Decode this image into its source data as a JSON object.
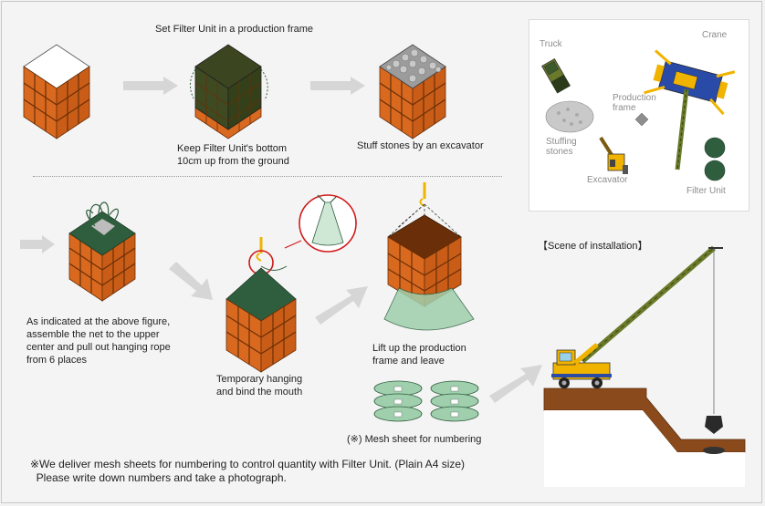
{
  "title": "Set Filter Unit in a production frame",
  "steps": {
    "step1": "Keep Filter Unit's bottom\n10cm up from the ground",
    "step2": "Stuff stones by an excavator",
    "step3": "As indicated at the above figure,\nassemble the net to the upper\ncenter and pull out hanging rope\nfrom 6 places",
    "step4": "Temporary hanging\nand bind the mouth",
    "step5": "Lift up the production\nframe and leave",
    "mesh_sheet": "(※) Mesh sheet for numbering"
  },
  "scene_label": "【Scene of installation】",
  "legend": {
    "truck": "Truck",
    "crane": "Crane",
    "production_frame": "Production\nframe",
    "stuffing_stones": "Stuffing\nstones",
    "excavator": "Excavator",
    "filter_unit": "Filter Unit"
  },
  "note": "※We deliver mesh sheets for numbering to control quantity with Filter Unit. (Plain A4 size)\n  Please write down numbers and take a photograph.",
  "colors": {
    "frame_orange": "#d9691f",
    "net_green": "#2f5e3e",
    "crane_yellow": "#f0b400",
    "soil_brown": "#8a4a1c",
    "water": "#d6f2f6"
  }
}
